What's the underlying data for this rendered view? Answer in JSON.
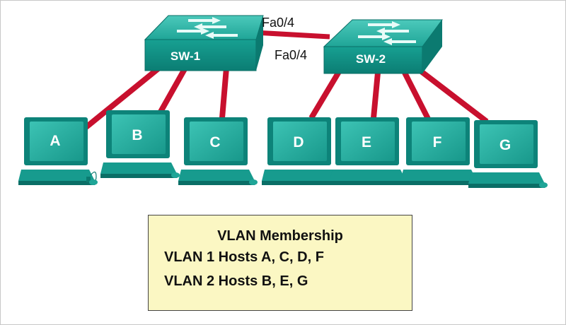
{
  "switches": [
    {
      "id": "sw1",
      "label": "SW-1"
    },
    {
      "id": "sw2",
      "label": "SW-2"
    }
  ],
  "trunk": {
    "sw1_port": "Fa0/4",
    "sw2_port": "Fa0/4"
  },
  "hosts": [
    {
      "id": "a",
      "label": "A",
      "switch": "sw1"
    },
    {
      "id": "b",
      "label": "B",
      "switch": "sw1"
    },
    {
      "id": "c",
      "label": "C",
      "switch": "sw1"
    },
    {
      "id": "d",
      "label": "D",
      "switch": "sw2"
    },
    {
      "id": "e",
      "label": "E",
      "switch": "sw2"
    },
    {
      "id": "f",
      "label": "F",
      "switch": "sw2"
    },
    {
      "id": "g",
      "label": "G",
      "switch": "sw2"
    }
  ],
  "legend": {
    "title": "VLAN Membership",
    "line1": "VLAN 1 Hosts A, C, D, F",
    "line2": "VLAN 2 Hosts B, E, G"
  },
  "colors": {
    "link": "#c8102e",
    "device_top": "#2bb5a7",
    "device_front": "#0f8f85",
    "device_dark": "#0a6e66",
    "legend_bg": "#fbf7c3"
  },
  "icons": {
    "switch": "switch-icon",
    "host": "pc-icon"
  }
}
